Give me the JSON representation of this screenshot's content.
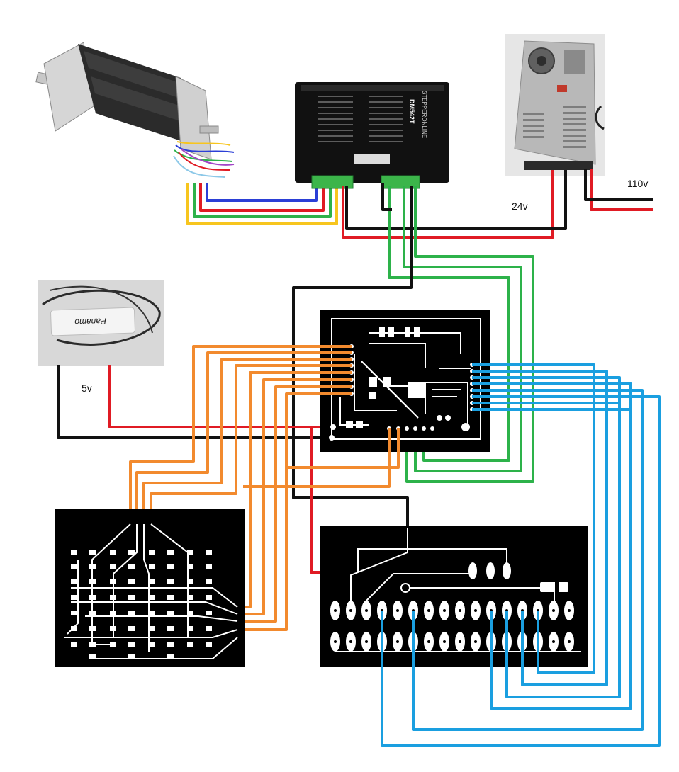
{
  "labels": {
    "supply_24v": "24v",
    "mains_110v": "110v",
    "supply_5v": "5v"
  },
  "driver": {
    "brand": "STEPPERONLINE",
    "model": "DM542T"
  },
  "usb_adapter": {
    "brand": "Panamo"
  },
  "colors": {
    "red": "#e01b24",
    "black": "#111111",
    "green": "#2db24a",
    "blue_wire": "#2b3fd6",
    "yellow": "#f7c51e",
    "orange": "#f28a2e",
    "cyan": "#1a9fe0",
    "pcb_black": "#000000",
    "pcb_trace": "#ffffff"
  },
  "icons": {
    "stepper_motor": "stepper-motor-icon",
    "driver": "stepper-driver-icon",
    "power_supply": "power-supply-icon",
    "usb_power": "usb-power-adapter-icon"
  }
}
